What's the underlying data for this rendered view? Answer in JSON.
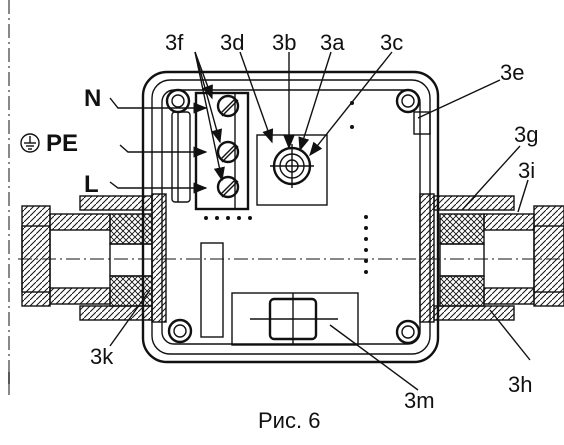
{
  "figure": {
    "caption": "Рис. 6",
    "labels": {
      "n": "N",
      "pe": "PE",
      "l": "L",
      "ground_symbol": "ground-symbol-icon",
      "l3a": "3a",
      "l3b": "3b",
      "l3c": "3c",
      "l3d": "3d",
      "l3e": "3e",
      "l3f": "3f",
      "l3g": "3g",
      "l3h": "3h",
      "l3i": "3i",
      "l3k": "3k",
      "l3m": "3m"
    }
  },
  "colors": {
    "ink": "#111111",
    "background": "#ffffff"
  }
}
